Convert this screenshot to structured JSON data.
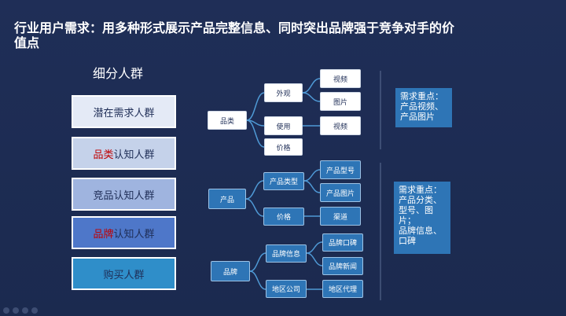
{
  "title": "行业用户需求：用多种形式展示产品完整信息、同时突出品牌强于竞争对手的价值点",
  "subtitle": "细分人群",
  "segments": [
    {
      "pre": "潜在需求人群",
      "hl": "",
      "post": ""
    },
    {
      "pre": "",
      "hl": "品类",
      "post": "认知人群"
    },
    {
      "pre": "竞品认知人群",
      "hl": "",
      "post": ""
    },
    {
      "pre": "",
      "hl": "品牌",
      "post": "认知人群"
    },
    {
      "pre": "购买人群",
      "hl": "",
      "post": ""
    }
  ],
  "nodes": {
    "pinlei": "品类",
    "waiguan": "外观",
    "shiyong": "使用",
    "jiage1": "价格",
    "shipin1": "视频",
    "tupian1": "图片",
    "shipin2": "视频",
    "chanpin": "产品",
    "chanpinleixing": "产品类型",
    "jiage2": "价格",
    "chanpinxinghao": "产品型号",
    "chanpintupian": "产品图片",
    "qudao": "渠道",
    "pinpai": "品牌",
    "pinpaixinxi": "品牌信息",
    "diqugongsi": "地区公司",
    "pinpaikoubei": "品牌口碑",
    "pinpaixinwen": "品牌新闻",
    "diqudaili": "地区代理"
  },
  "notes": {
    "note1": "需求重点：\n产品视频、\n产品图片",
    "note2": "需求重点：\n产品分类、\n型号、图\n片；\n品牌信息、\n口碑"
  },
  "colors": {
    "background": "#1f2e57",
    "accent": "#2e75b6",
    "highlight": "#c00000"
  }
}
